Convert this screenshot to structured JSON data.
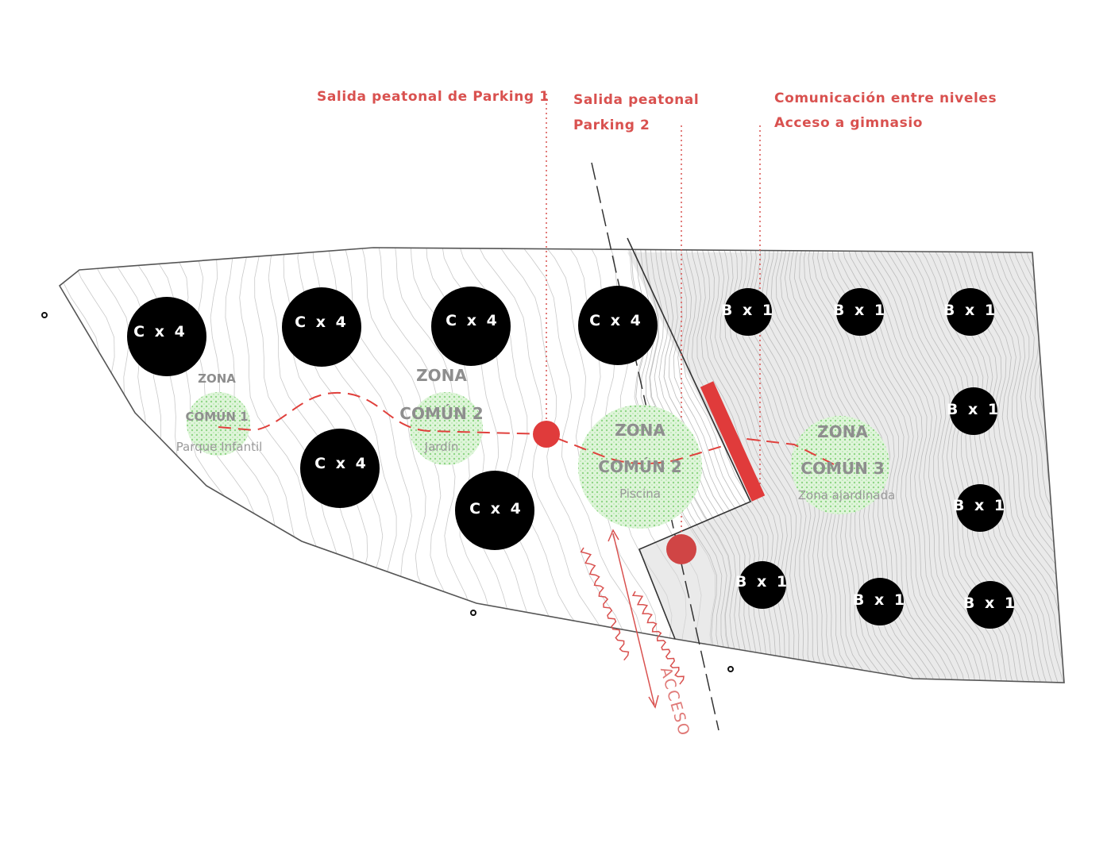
{
  "annotations": {
    "parking1": "Salida peatonal de Parking 1",
    "parking2_line1": "Salida peatonal",
    "parking2_line2": "Parking 2",
    "levels_line1": "Comunicación entre niveles",
    "levels_line2": "Acceso a gimnasio",
    "access": "ACCESO"
  },
  "units_c": [
    "C x 4",
    "C x 4",
    "C x 4",
    "C x 4",
    "C x 4",
    "C x 4"
  ],
  "units_b": [
    "B x 1",
    "B x 1",
    "B x 1",
    "B x 1",
    "B x 1",
    "B x 1",
    "B x 1",
    "B x 1"
  ],
  "zones": [
    {
      "title": "ZONA",
      "name": "COMÚN 1",
      "sub": "Parque Infantil"
    },
    {
      "title": "ZONA",
      "name": "COMÚN 2",
      "sub": "Jardín"
    },
    {
      "title": "ZONA",
      "name": "COMÚN 2",
      "sub": "Piscina"
    },
    {
      "title": "ZONA",
      "name": "COMÚN 3",
      "sub": "Zona ajardinada"
    }
  ],
  "colors": {
    "accent": "#d9514f",
    "green": "#a8e6a0",
    "unit": "#000000",
    "contour": "#c9c9c9"
  }
}
